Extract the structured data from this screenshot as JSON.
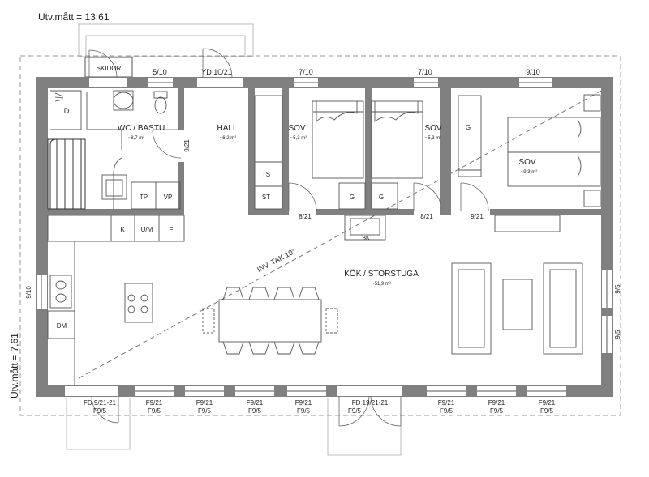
{
  "dimensions": {
    "width": "Utv.mått = 13,61",
    "height": "Utv.mått = 7,61"
  },
  "rooms": {
    "skidor": "SKIDOR",
    "wc": {
      "name": "WC / BASTU",
      "area": "~8,7 m²"
    },
    "hall": {
      "name": "HALL",
      "area": "~6,2 m²"
    },
    "sov1": {
      "name": "SOV",
      "area": "~5,3 m²"
    },
    "sov2": {
      "name": "SOV",
      "area": "~5,3 m²"
    },
    "sov3": {
      "name": "SOV",
      "area": "~9,3 m²"
    },
    "kok": {
      "name": "KÖK / STORSTUGA",
      "area": "~51,9 m²"
    },
    "ceiling": "INV. TAK 10°"
  },
  "fixtures": {
    "d": "D",
    "tp": "TP",
    "vp": "VP",
    "ts": "TS",
    "st": "ST",
    "g1": "G",
    "g2": "G",
    "g3": "G",
    "k": "K",
    "um": "U/M",
    "f": "F",
    "bk": "BK",
    "dm": "DM"
  },
  "openings": {
    "yd": "YD 10/21",
    "w_top1": "5/10",
    "w_top2": "7/10",
    "w_top3": "7/10",
    "w_top4": "9/10",
    "door_wc": "9/21",
    "door_sov1": "8/21",
    "door_sov2": "8/21",
    "door_sov3": "9/21",
    "w_left": "9/10",
    "w_right1": "9/5",
    "w_right2": "9/5",
    "b1": [
      "FD 9/21-21",
      "F9/5"
    ],
    "b2": [
      "F9/21",
      "F9/5"
    ],
    "b3": [
      "F9/21",
      "F9/5"
    ],
    "b4": [
      "F9/21",
      "F9/5"
    ],
    "b5": [
      "F9/21",
      "F9/5"
    ],
    "b6": [
      "FD 19/21-21",
      "F9/5"
    ],
    "b7": [
      "F9/21",
      "F9/5"
    ],
    "b8": [
      "F9/21",
      "F9/5"
    ],
    "b9": [
      "F9/21",
      "F9/5"
    ]
  }
}
